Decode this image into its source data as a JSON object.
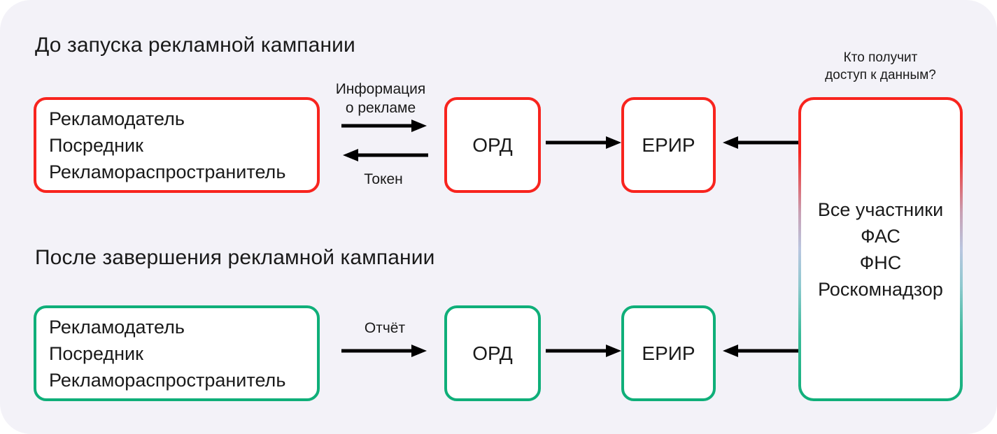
{
  "diagram": {
    "background_color": "#f3f2f8",
    "accent_red": "#f8241e",
    "accent_green": "#0faf79",
    "sections": [
      {
        "id": "before",
        "title": "До запуска рекламной кампании",
        "color": "#f8241e"
      },
      {
        "id": "after",
        "title": "После завершения рекламной кампании",
        "color": "#0faf79"
      }
    ],
    "participants": {
      "lines": [
        "Рекламодатель",
        "Посредник",
        "Рекламораспространитель"
      ]
    },
    "nodes": {
      "ord": "ОРД",
      "erir": "ЕРИР"
    },
    "arrows": {
      "info": "Информация о рекламе",
      "info_line1": "Информация",
      "info_line2": "о рекламе",
      "token": "Токен",
      "report": "Отчёт"
    },
    "access": {
      "caption_line1": "Кто получит",
      "caption_line2": "доступ к данным?",
      "lines": [
        "Все участники",
        "ФАС",
        "ФНС",
        "Роскомнадзор"
      ]
    }
  }
}
